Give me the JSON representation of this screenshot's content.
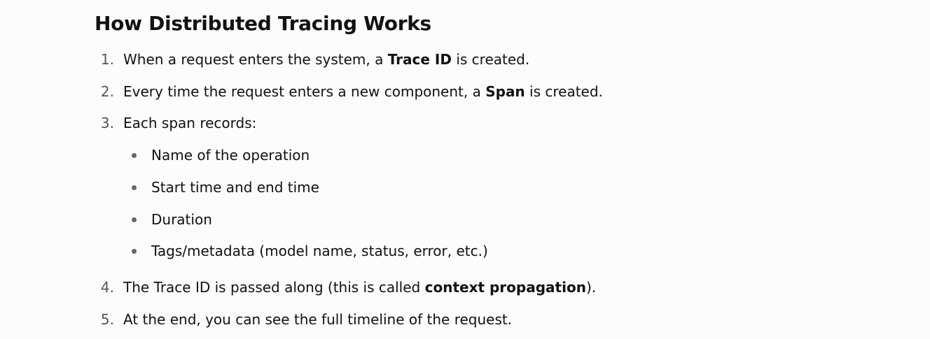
{
  "heading": "How Distributed Tracing Works",
  "steps": [
    {
      "number": "1.",
      "before": "When a request enters the system, a ",
      "bold": "Trace ID",
      "after": " is created."
    },
    {
      "number": "2.",
      "before": "Every time the request enters a new component, a ",
      "bold": "Span",
      "after": " is created."
    },
    {
      "number": "3.",
      "text": "Each span records:"
    },
    {
      "number": "4.",
      "before": "The Trace ID is passed along (this is called ",
      "bold": "context propagation",
      "after": ")."
    },
    {
      "number": "5.",
      "text": "At the end, you can see the full timeline of the request."
    }
  ],
  "span_fields": [
    "Name of the operation",
    "Start time and end time",
    "Duration",
    "Tags/metadata (model name, status, error, etc.)"
  ]
}
